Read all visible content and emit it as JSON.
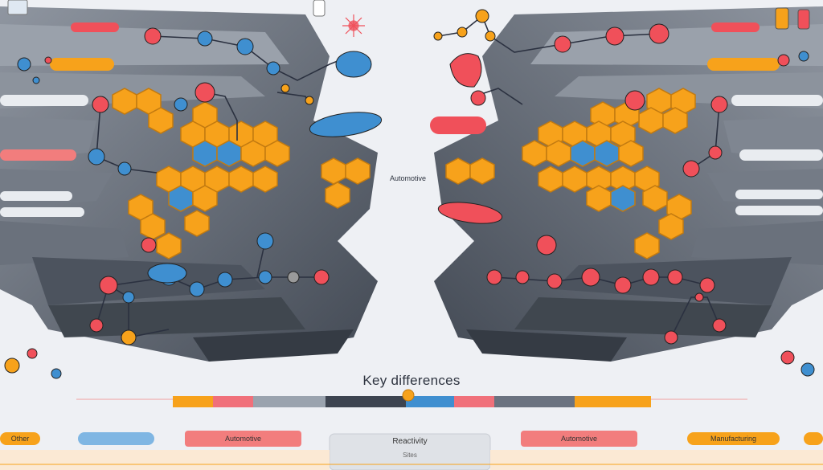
{
  "title": "Key differences",
  "side_label_left": "Automotive",
  "bottom_labels": {
    "far_right": "Manufacturing",
    "mid_right": "Automotive",
    "center": "Reactivity",
    "center_sub": "Sites",
    "mid_left": "Automotive",
    "far_left": "Other"
  },
  "colors": {
    "orange": "#f7a21b",
    "red": "#f0505a",
    "blue": "#3f8fd0",
    "dark": "#3d4450",
    "gray": "#6b7380",
    "light": "#eef0f4"
  },
  "icons": [
    "molecule-icon",
    "beaker-icon",
    "bottle-icon",
    "sparkle-icon"
  ]
}
